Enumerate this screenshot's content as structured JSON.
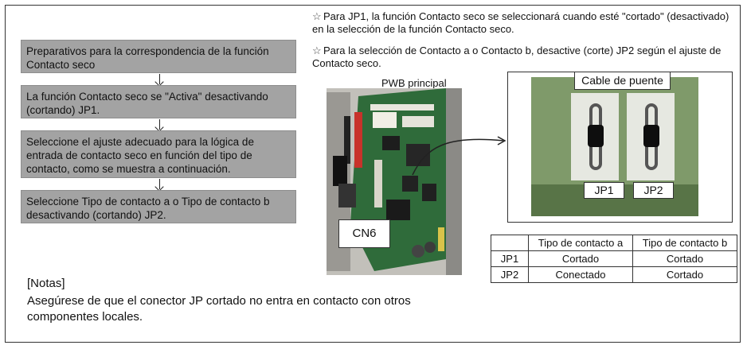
{
  "steps": [
    "Preparativos para la correspondencia de la función Contacto seco",
    "La función Contacto seco se \"Activa\" desactivando (cortando) JP1.",
    "Seleccione el ajuste adecuado para la lógica de entrada de contacto seco en función del tipo de contacto, como se muestra a continuación.",
    "Seleccione Tipo de contacto a o Tipo de contacto b desactivando (cortando) JP2."
  ],
  "notes_top": [
    "Para JP1, la función Contacto seco se seleccionará cuando esté \"cortado\" (desactivado) en la selección de la función Contacto seco.",
    "Para la selección de Contacto a o Contacto b, desactive (corte) JP2 según el ajuste de Contacto seco."
  ],
  "star_icon": "☆",
  "labels": {
    "pwb": "PWB principal",
    "cn6": "CN6",
    "jumper_cable": "Cable de puente",
    "jp1": "JP1",
    "jp2": "JP2"
  },
  "table": {
    "header": [
      "",
      "Tipo de contacto a",
      "Tipo de contacto b"
    ],
    "rows": [
      [
        "JP1",
        "Cortado",
        "Cortado"
      ],
      [
        "JP2",
        "Conectado",
        "Cortado"
      ]
    ]
  },
  "notes_bottom": {
    "heading": "[Notas]",
    "text": "Asegúrese de que el conector JP cortado no entra en contacto con otros componentes locales."
  },
  "colors": {
    "step_box": "#a3a3a3",
    "board_green": "#2f6b3a",
    "zoom_green": "#7f9a6a"
  }
}
